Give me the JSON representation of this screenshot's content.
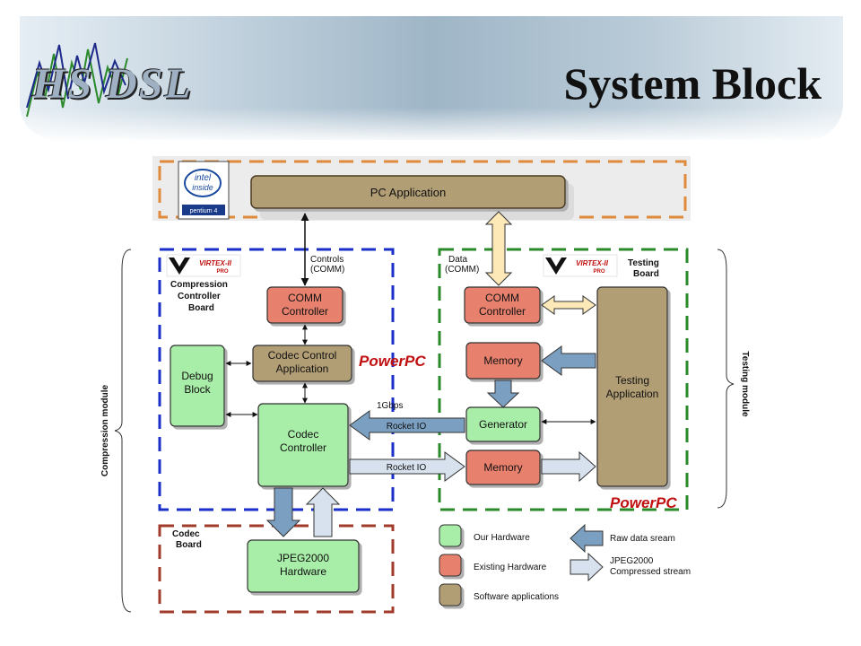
{
  "header": {
    "logo_text": "HS DSL",
    "title": "System Block"
  },
  "diagram": {
    "intel_logo": {
      "line1": "intel",
      "line2": "inside",
      "line3": "pentium 4"
    },
    "virtex_logo": {
      "line1": "VIRTEX-II",
      "line2": "PRO"
    },
    "powerpc_label": "PowerPC",
    "blocks": {
      "pc_application": "PC Application",
      "comm_left_1": "COMM",
      "comm_left_2": "Controller",
      "codec_ctrl_app_1": "Codec Control",
      "codec_ctrl_app_2": "Application",
      "debug_1": "Debug",
      "debug_2": "Block",
      "codec_ctrl_1": "Codec",
      "codec_ctrl_2": "Controller",
      "jpeg_1": "JPEG2000",
      "jpeg_2": "Hardware",
      "comm_right_1": "COMM",
      "comm_right_2": "Controller",
      "memory_top": "Memory",
      "generator": "Generator",
      "memory_bottom": "Memory",
      "testing_app_1": "Testing",
      "testing_app_2": "Application"
    },
    "labels": {
      "controls_1": "Controls",
      "controls_2": "(COMM)",
      "data_1": "Data",
      "data_2": "(COMM)",
      "compression_board_1": "Compression",
      "compression_board_2": "Controller",
      "compression_board_3": "Board",
      "testing_board_1": "Testing",
      "testing_board_2": "Board",
      "codec_board_1": "Codec",
      "codec_board_2": "Board",
      "speed": "1Gbps",
      "rocket_io_1": "Rocket IO",
      "rocket_io_2": "Rocket IO",
      "compression_module": "Compression module",
      "testing_module": "Testing module"
    },
    "legend": {
      "our_hardware": "Our Hardware",
      "existing_hardware": "Existing Hardware",
      "software_applications": "Software applications",
      "raw_data": "Raw data sream",
      "compressed_1": "JPEG2000",
      "compressed_2": "Compressed stream"
    },
    "colors": {
      "our_hardware": "#a8eda8",
      "existing_hardware": "#e8806e",
      "software": "#b29e74",
      "raw_arrow": "#7b9fc0",
      "compressed_arrow": "#d8e2ef",
      "comm_arrow": "#fde8b8",
      "pc_dash": "#e08a3c",
      "compression_dash": "#1a2fc8",
      "testing_dash": "#2a8a2a",
      "codec_dash": "#a03a2a"
    }
  }
}
